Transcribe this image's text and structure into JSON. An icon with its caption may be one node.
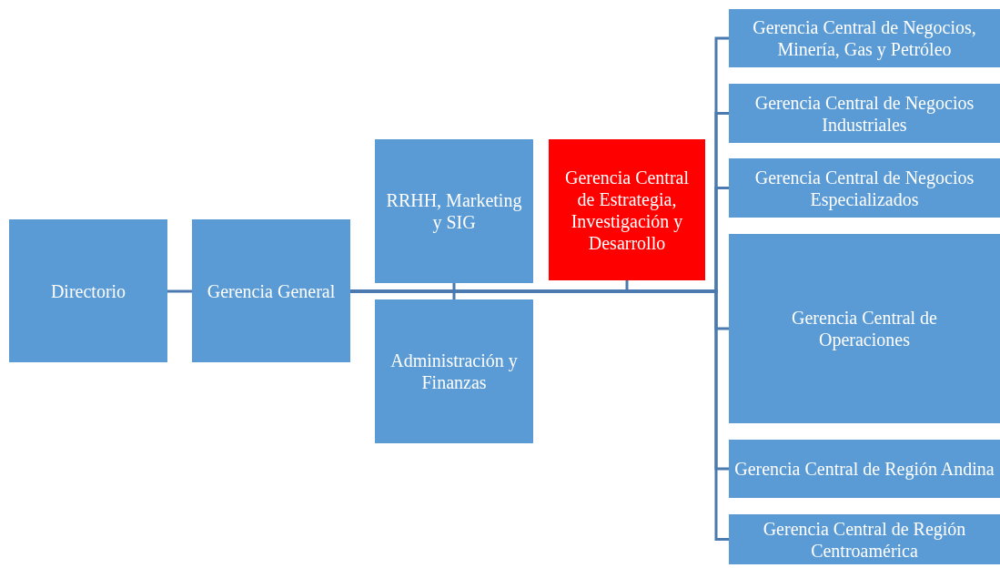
{
  "diagram": {
    "nodes": [
      {
        "text": [
          "Directorio"
        ]
      },
      {
        "text": [
          "Gerencia General"
        ]
      },
      {
        "text": [
          "RRHH, Marketing y SIG"
        ]
      },
      {
        "text": [
          "Gerencia Central de Estrategia, Investigación y Desarrollo"
        ]
      },
      {
        "text": [
          "Administración y Finanzas"
        ]
      },
      {
        "text": [
          "Gerencia Central de Negocios, Minería, Gas y Petróleo"
        ]
      },
      {
        "text": [
          "Gerencia Central de Negocios Industriales"
        ]
      },
      {
        "text": [
          "Gerencia Central de Negocios Especializados"
        ]
      },
      {
        "text": [
          "Gerencia Central de Operaciones"
        ]
      },
      {
        "text": [
          "Gerencia Central de Región Andina"
        ]
      },
      {
        "text": [
          "Gerencia Central de Región Centroamérica"
        ]
      }
    ],
    "edges": [
      {
        "from": 0,
        "to": 1,
        "arrow": "none"
      },
      {
        "from": 1,
        "to": 2,
        "arrow": "none"
      },
      {
        "from": 1,
        "to": 4,
        "arrow": "none"
      },
      {
        "from": 1,
        "to": 3,
        "arrow": "none"
      },
      {
        "from": 1,
        "to": 5,
        "arrow": "none"
      },
      {
        "from": 1,
        "to": 6,
        "arrow": "none"
      },
      {
        "from": 1,
        "to": 7,
        "arrow": "none"
      },
      {
        "from": 1,
        "to": 8,
        "arrow": "none"
      },
      {
        "from": 1,
        "to": 9,
        "arrow": "none"
      },
      {
        "from": 1,
        "to": 10,
        "arrow": "none"
      }
    ]
  }
}
